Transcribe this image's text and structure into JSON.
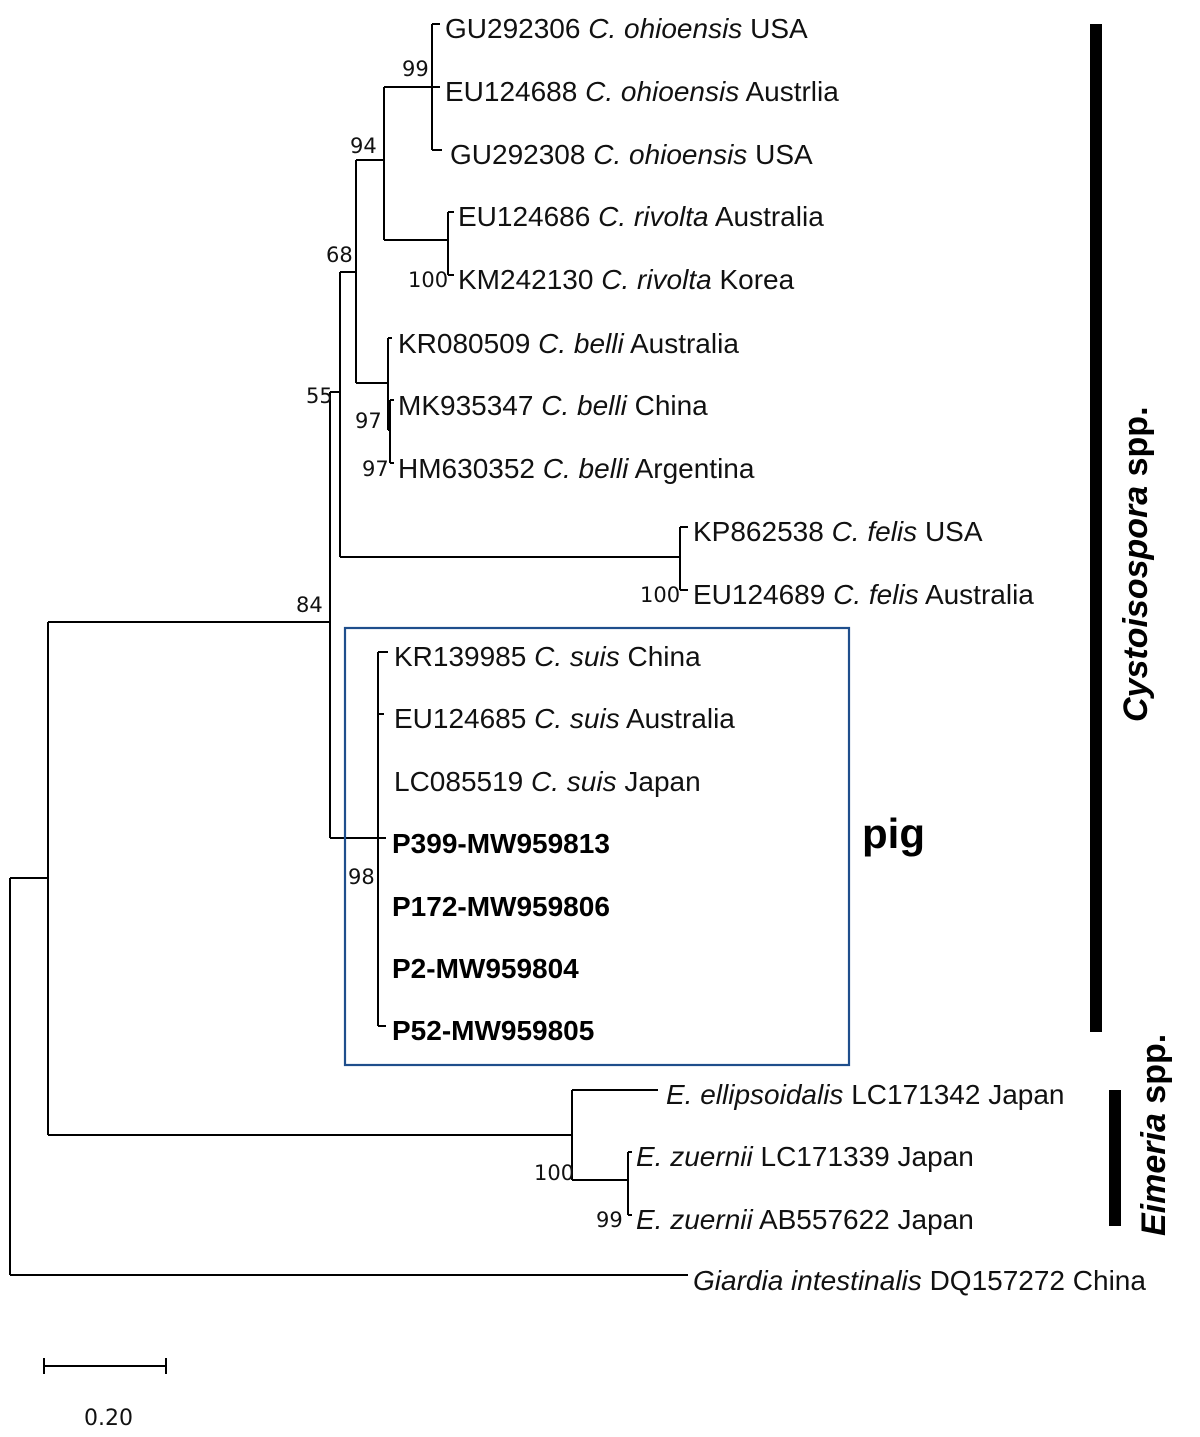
{
  "tree": {
    "leaves": [
      {
        "accession": "GU292306",
        "species": "C. ohioensis",
        "country": "USA",
        "bold": false,
        "order": "acc-first"
      },
      {
        "accession": "EU124688",
        "species": "C. ohioensis",
        "country": "Austrlia",
        "bold": false,
        "order": "acc-first"
      },
      {
        "accession": "GU292308",
        "species": "C. ohioensis",
        "country": "USA",
        "bold": false,
        "order": "acc-first"
      },
      {
        "accession": "EU124686",
        "species": "C. rivolta",
        "country": "Australia",
        "bold": false,
        "order": "acc-first"
      },
      {
        "accession": "KM242130",
        "species": "C. rivolta",
        "country": "Korea",
        "bold": false,
        "order": "acc-first"
      },
      {
        "accession": "KR080509",
        "species": "C. belli",
        "country": "Australia",
        "bold": false,
        "order": "acc-first"
      },
      {
        "accession": "MK935347",
        "species": "C. belli",
        "country": "China",
        "bold": false,
        "order": "acc-first"
      },
      {
        "accession": "HM630352",
        "species": "C. belli",
        "country": "Argentina",
        "bold": false,
        "order": "acc-first"
      },
      {
        "accession": "KP862538",
        "species": "C. felis",
        "country": "USA",
        "bold": false,
        "order": "acc-first"
      },
      {
        "accession": "EU124689",
        "species": "C. felis",
        "country": "Australia",
        "bold": false,
        "order": "acc-first"
      },
      {
        "accession": "KR139985",
        "species": "C. suis",
        "country": "China",
        "bold": false,
        "order": "acc-first"
      },
      {
        "accession": "EU124685",
        "species": "C. suis",
        "country": "Australia",
        "bold": false,
        "order": "acc-first"
      },
      {
        "accession": "LC085519",
        "species": "C. suis",
        "country": "Japan",
        "bold": false,
        "order": "acc-first"
      },
      {
        "label": "P399-MW959813",
        "bold": true
      },
      {
        "label": "P172-MW959806",
        "bold": true
      },
      {
        "label": "P2-MW959804",
        "bold": true
      },
      {
        "label": "P52-MW959805",
        "bold": true
      },
      {
        "accession": "LC171342",
        "species": "E. ellipsoidalis",
        "country": "Japan",
        "bold": false,
        "order": "sp-first"
      },
      {
        "accession": "LC171339",
        "species": "E. zuernii",
        "country": "Japan",
        "bold": false,
        "order": "sp-first"
      },
      {
        "accession": "AB557622",
        "species": "E. zuernii",
        "country": "Japan",
        "bold": false,
        "order": "sp-first"
      },
      {
        "accession": "DQ157272",
        "species": "Giardia intestinalis",
        "country": "China",
        "bold": false,
        "order": "sp-first"
      }
    ],
    "bootstrap": [
      "99",
      "94",
      "68",
      "100",
      "97",
      "97",
      "55",
      "100",
      "84",
      "98",
      "100",
      "99"
    ],
    "groups": [
      {
        "genus": "Cystoisospora",
        "suffix": " spp."
      },
      {
        "genus": "Eimeria",
        "suffix": " spp."
      }
    ],
    "highlight_label": "pig",
    "scale_label": "0.20",
    "colors": {
      "branch": "#000000",
      "highlight_box": "#1f4e8c",
      "text": "#111111"
    }
  }
}
